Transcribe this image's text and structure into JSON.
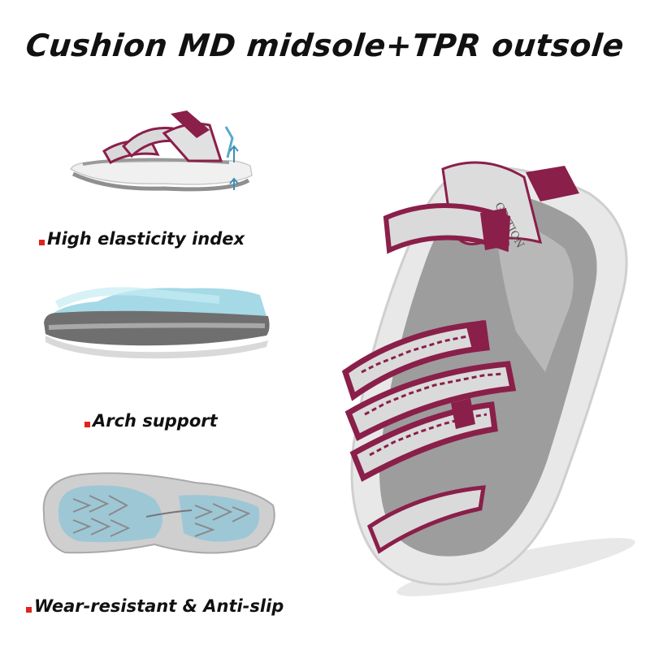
{
  "headline": "Cushion MD midsole+TPR outsole",
  "features": [
    {
      "label": "High elasticity index"
    },
    {
      "label": "Arch support"
    },
    {
      "label": "Wear-resistant & Anti-slip"
    }
  ],
  "brand_logo_text": "GRITION",
  "colors": {
    "strap": "#8a1f4a",
    "webbing": "#d8d8d8",
    "sole_light": "#e6e6e6",
    "sole_dark": "#8f8f8f",
    "footbed": "#9a9a9a",
    "cushion_blue": "#7fc3d6",
    "feature_marker": "#e0251b"
  },
  "icons": [
    "sandal-side-icon",
    "cushion-cross-section-icon",
    "outsole-tread-icon",
    "sandal-main-icon",
    "arrow-up-icon"
  ]
}
